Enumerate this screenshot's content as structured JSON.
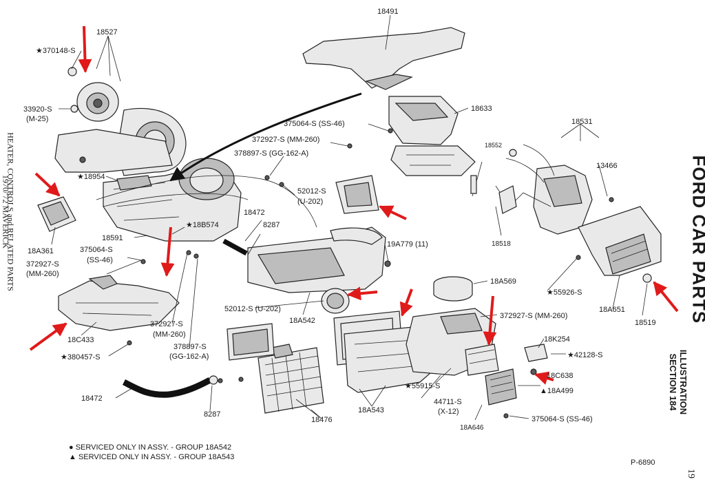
{
  "side_title": {
    "line1": "HEATER, CONTROLS and RELATED PARTS",
    "line2": "1970/'72 MAVERICK"
  },
  "brand": "FORD CAR PARTS",
  "illustration": {
    "line1": "ILLUSTRATION",
    "line2": "SECTION 184"
  },
  "legend": [
    "● SERVICED ONLY IN ASSY. - GROUP 18A542",
    "▲ SERVICED ONLY IN ASSY. - GROUP 18A543"
  ],
  "figure_id": "P-6890",
  "page_number": "19",
  "labels": {
    "l18491": "18491",
    "l18527": "18527",
    "l370148": "★370148-S",
    "l33920": "33920-S",
    "l33920b": "(M-25)",
    "l18633": "18633",
    "l375064a": "375064-S (SS-46)",
    "l372927a": "372927-S (MM-260)",
    "l378897a": "378897-S (GG-162-A)",
    "l18954": "★18954",
    "l52012a": "52012-S",
    "l52012ab": "(U-202)",
    "l18A361": "18A361",
    "l18472a": "18472",
    "l8287a": "8287",
    "l18B574": "★18B574",
    "l18591": "18591",
    "l375064b": "375064-S",
    "l375064bb": "(SS-46)",
    "l372927b": "372927-S",
    "l372927bb": "(MM-260)",
    "l19A779": "19A779 (11)",
    "l18C433": "18C433",
    "l380457": "★380457-S",
    "l372927c": "372927-S",
    "l372927cb": "(MM-260)",
    "l378897b": "378897-S",
    "l378897bb": "(GG-162-A)",
    "l52012b": "52012-S (U-202)",
    "l18A542": "18A542",
    "l18A569": "18A569",
    "l372927d": "372927-S (MM-260)",
    "l18531": "18531",
    "l18552": "18552",
    "l13466": "13466",
    "l18518": "18518",
    "l55926": "★55926-S",
    "l18A651": "18A651",
    "l18519": "18519",
    "l18K254": "18K254",
    "l42128": "★42128-S",
    "l18C638": "18C638",
    "l18A499": "▲18A499",
    "l55915": "★55915-S",
    "l44711": "44711-S",
    "l44711b": "(X-12)",
    "l18A646": "18A646",
    "l375064c": "375064-S (SS-46)",
    "l18476": "18476",
    "l18A543": "18A543",
    "l18472b": "18472",
    "l8287b": "8287"
  },
  "colors": {
    "annotation_arrow": "#e01a1a",
    "ink": "#1a1a1a"
  }
}
